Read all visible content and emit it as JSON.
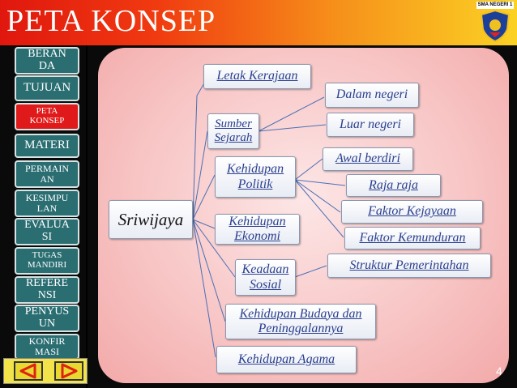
{
  "header": {
    "title": "PETA KONSEP",
    "logo_text": "SMA NEGERI 1"
  },
  "sidebar": {
    "items": [
      {
        "label": "BERAN\nDA"
      },
      {
        "label": "TUJUAN"
      },
      {
        "label": "PETA\nKONSEP"
      },
      {
        "label": "MATERI"
      },
      {
        "label": "PERMAIN\nAN"
      },
      {
        "label": "KESIMPU\nLAN"
      },
      {
        "label": "EVALUA\nSI"
      },
      {
        "label": "TUGAS\nMANDIRI"
      },
      {
        "label": "REFERE\nNSI"
      },
      {
        "label": "PENYUS\nUN"
      },
      {
        "label": "KONFIR\nMASI"
      }
    ]
  },
  "concept_map": {
    "root": "Sriwijaya",
    "nodes": {
      "letak": "Letak Kerajaan",
      "sumber": "Sumber Sejarah",
      "dalam": "Dalam negeri",
      "luar": "Luar negeri",
      "politik": "Kehidupan Politik",
      "awal": "Awal berdiri",
      "raja": "Raja raja",
      "kejayaan": "Faktor Kejayaan",
      "kemunduran": "Faktor Kemunduran",
      "ekonomi": "Kehidupan Ekonomi",
      "sosial": "Keadaan Sosial",
      "struktur": "Struktur Pemerintahan",
      "budaya": "Kehidupan Budaya dan Peninggalannya",
      "agama": "Kehidupan Agama"
    }
  },
  "footer": {
    "slide_number": "4"
  },
  "colors": {
    "accent": "#e01a1a",
    "sidebar_item": "#2a6e72",
    "node_text": "#2a3f8f"
  }
}
